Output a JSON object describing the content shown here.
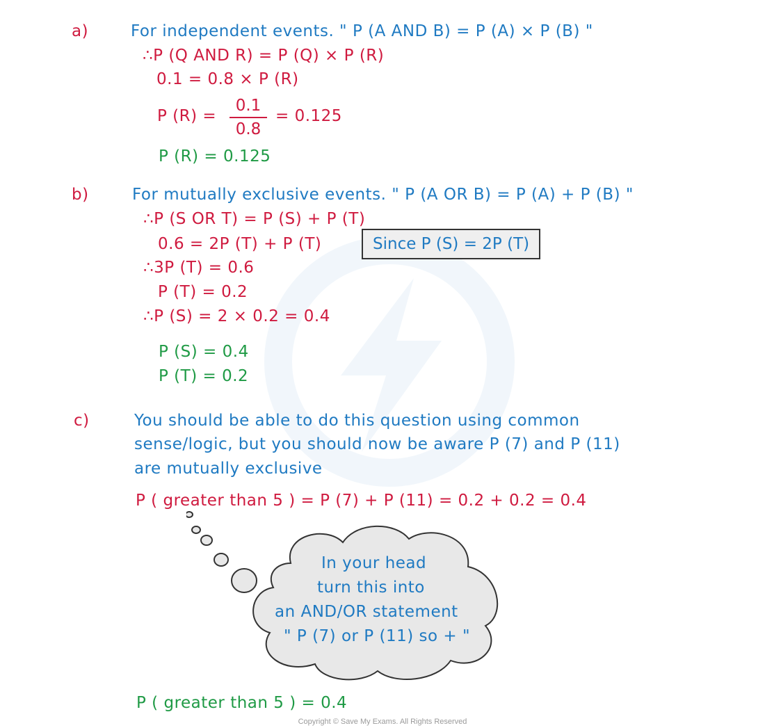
{
  "part_a": {
    "label": "a)",
    "rule": "For independent events. \" P (A AND B) = P (A) × P (B) \"",
    "step1": "∴P (Q AND R) = P (Q) × P (R)",
    "step2": "0.1 = 0.8 × P (R)",
    "step3_lhs": "P (R) =",
    "fraction_num": "0.1",
    "fraction_den": "0.8",
    "step3_rhs": "= 0.125",
    "answer": "P (R) = 0.125"
  },
  "part_b": {
    "label": "b)",
    "rule": "For mutually exclusive events. \" P (A OR B) = P (A) + P (B) \"",
    "step1": "∴P (S OR T) = P (S) + P (T)",
    "step2": "0.6 = 2P (T) + P (T)",
    "note": "Since P (S) = 2P (T)",
    "step3": "∴3P (T) = 0.6",
    "step4": "P (T) = 0.2",
    "step5": "∴P (S) = 2 × 0.2 = 0.4",
    "answer1": "P (S) = 0.4",
    "answer2": "P (T) = 0.2"
  },
  "part_c": {
    "label": "c)",
    "text_line1": "You should be able to do this question using common",
    "text_line2": "sense/logic, but you should now be aware  P (7) and P (11)",
    "text_line3": "are mutually exclusive",
    "working": "P ( greater than 5 ) = P (7) + P (11) = 0.2 + 0.2 = 0.4",
    "thought_line1": "In your head",
    "thought_line2": "turn this into",
    "thought_line3": "an AND/OR statement",
    "thought_line4": "\" P (7) or P (11) so + \"",
    "answer": "P ( greater than 5 ) = 0.4"
  },
  "footer": {
    "copyright": "Copyright © Save My Exams. All Rights Reserved"
  },
  "colors": {
    "blue": "#1f7ac2",
    "red": "#cf1a3f",
    "green": "#1f9a45"
  }
}
